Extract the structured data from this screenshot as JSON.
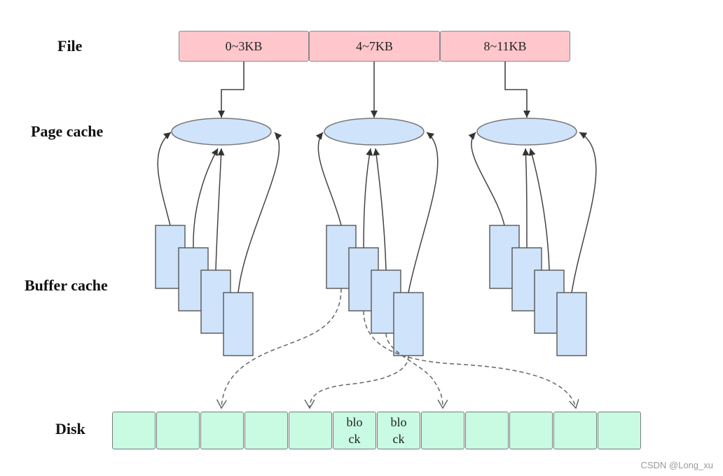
{
  "labels": {
    "file": "File",
    "page_cache": "Page cache",
    "buffer_cache": "Buffer cache",
    "disk": "Disk"
  },
  "file_segments": [
    "0~3KB",
    "4~7KB",
    "8~11KB"
  ],
  "disk_blocks": [
    "",
    "",
    "",
    "",
    "",
    "blo\nck",
    "blo\nck",
    "",
    "",
    "",
    "",
    ""
  ],
  "watermark": "CSDN @Long_xu",
  "colors": {
    "file_fill": "#ffc7cc",
    "page_cache_fill": "#cfe3fb",
    "buffer_fill": "#cfe3fb",
    "disk_fill": "#c8fbe1",
    "arrow": "#444444"
  }
}
